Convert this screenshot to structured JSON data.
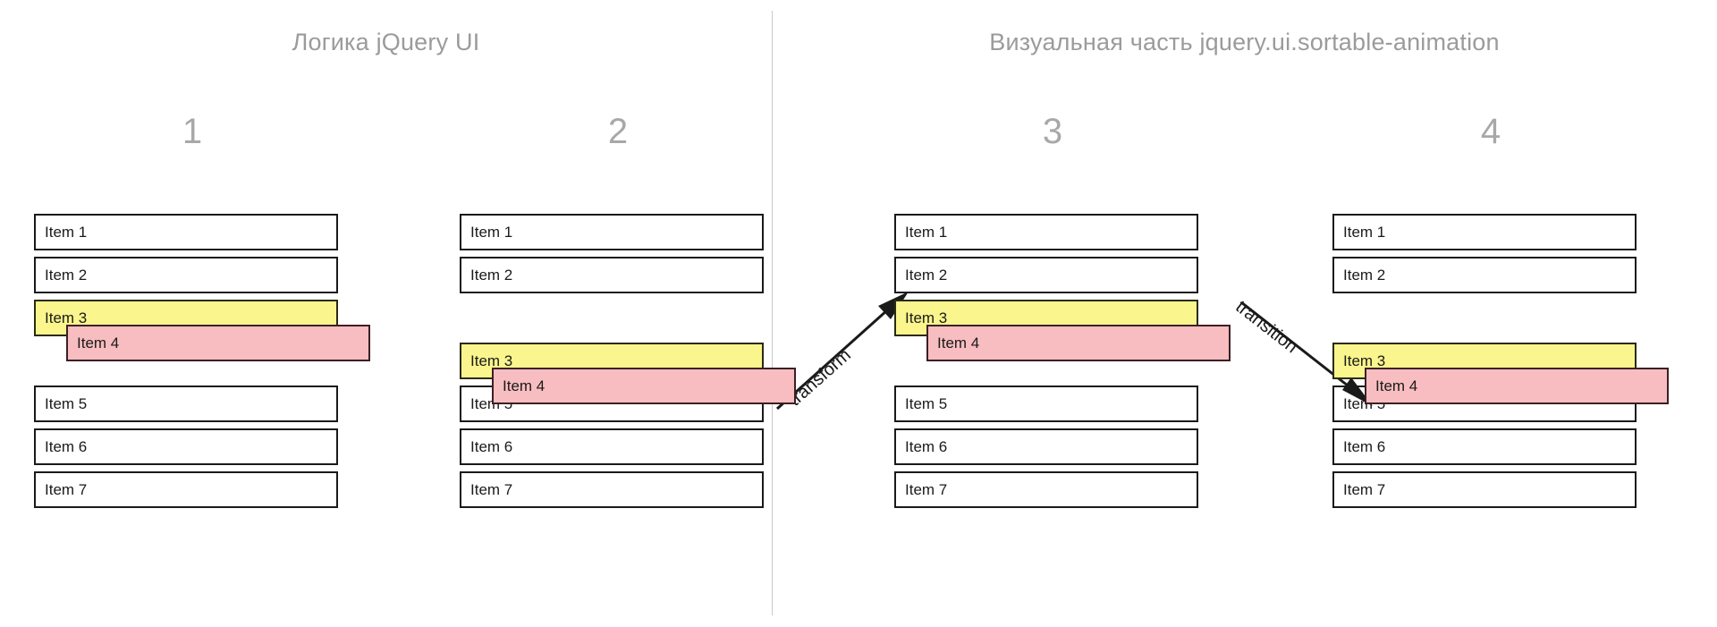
{
  "headings": {
    "left": "Логика jQuery UI",
    "right": "Визуальная часть jquery.ui.sortable-animation"
  },
  "colors": {
    "background": "#ffffff",
    "divider": "#c9c9c9",
    "heading_text": "#9b9b9b",
    "panel_number": "#a8a8a8",
    "row_border": "#1a1a1a",
    "row_background": "#ffffff",
    "highlight_yellow": "#faf58c",
    "dragged_pink": "#f8bdc0",
    "text": "#1a1a1a"
  },
  "arrows": [
    {
      "label": "transform",
      "direction": "up-right"
    },
    {
      "label": "transition",
      "direction": "down-right"
    }
  ],
  "panels": [
    {
      "number": "1",
      "rows": [
        {
          "label": "Item 1",
          "style": "normal"
        },
        {
          "label": "Item 2",
          "style": "normal"
        },
        {
          "label": "Item 3",
          "style": "yellow"
        },
        {
          "label": "",
          "style": "placeholder"
        },
        {
          "label": "Item 5",
          "style": "normal"
        },
        {
          "label": "Item 6",
          "style": "normal"
        },
        {
          "label": "Item 7",
          "style": "normal"
        }
      ],
      "dragged": {
        "label": "Item 4",
        "style": "pink"
      }
    },
    {
      "number": "2",
      "rows": [
        {
          "label": "Item 1",
          "style": "normal"
        },
        {
          "label": "Item 2",
          "style": "normal"
        },
        {
          "label": "",
          "style": "placeholder"
        },
        {
          "label": "Item 3",
          "style": "yellow"
        },
        {
          "label": "Item 5",
          "style": "normal"
        },
        {
          "label": "Item 6",
          "style": "normal"
        },
        {
          "label": "Item 7",
          "style": "normal"
        }
      ],
      "dragged": {
        "label": "Item 4",
        "style": "pink"
      }
    },
    {
      "number": "3",
      "rows": [
        {
          "label": "Item 1",
          "style": "normal"
        },
        {
          "label": "Item 2",
          "style": "normal"
        },
        {
          "label": "Item 3",
          "style": "yellow"
        },
        {
          "label": "",
          "style": "placeholder"
        },
        {
          "label": "Item 5",
          "style": "normal"
        },
        {
          "label": "Item 6",
          "style": "normal"
        },
        {
          "label": "Item 7",
          "style": "normal"
        }
      ],
      "dragged": {
        "label": "Item 4",
        "style": "pink"
      }
    },
    {
      "number": "4",
      "rows": [
        {
          "label": "Item 1",
          "style": "normal"
        },
        {
          "label": "Item 2",
          "style": "normal"
        },
        {
          "label": "",
          "style": "placeholder"
        },
        {
          "label": "Item 3",
          "style": "yellow"
        },
        {
          "label": "Item 5",
          "style": "normal"
        },
        {
          "label": "Item 6",
          "style": "normal"
        },
        {
          "label": "Item 7",
          "style": "normal"
        }
      ],
      "dragged": {
        "label": "Item 4",
        "style": "pink"
      }
    }
  ]
}
